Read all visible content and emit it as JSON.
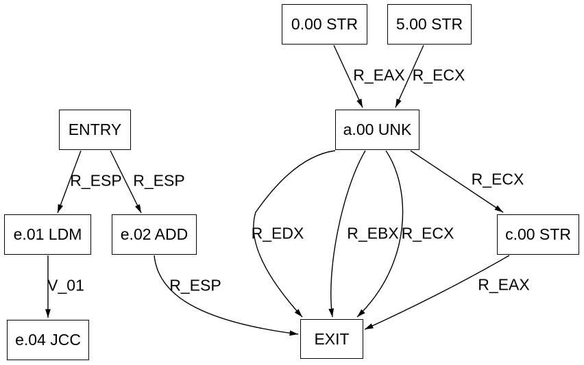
{
  "diagram": {
    "type": "directed-graph",
    "colors": {
      "background": "#ffffff",
      "node_border": "#000000",
      "edge_stroke": "#000000",
      "text": "#000000"
    },
    "nodes": [
      {
        "id": "0.00",
        "label": "0.00 STR"
      },
      {
        "id": "5.00",
        "label": "5.00 STR"
      },
      {
        "id": "ENTRY",
        "label": "ENTRY"
      },
      {
        "id": "a.00",
        "label": "a.00 UNK"
      },
      {
        "id": "e.01",
        "label": "e.01 LDM"
      },
      {
        "id": "e.02",
        "label": "e.02 ADD"
      },
      {
        "id": "c.00",
        "label": "c.00 STR"
      },
      {
        "id": "e.04",
        "label": "e.04 JCC"
      },
      {
        "id": "EXIT",
        "label": "EXIT"
      }
    ],
    "edges": [
      {
        "from": "0.00 STR",
        "to": "a.00 UNK",
        "label": "R_EAX"
      },
      {
        "from": "5.00 STR",
        "to": "a.00 UNK",
        "label": "R_ECX"
      },
      {
        "from": "ENTRY",
        "to": "e.01 LDM",
        "label": "R_ESP"
      },
      {
        "from": "ENTRY",
        "to": "e.02 ADD",
        "label": "R_ESP"
      },
      {
        "from": "e.01 LDM",
        "to": "e.04 JCC",
        "label": "V_01"
      },
      {
        "from": "e.02 ADD",
        "to": "EXIT",
        "label": "R_ESP"
      },
      {
        "from": "a.00 UNK",
        "to": "EXIT",
        "label": "R_EDX"
      },
      {
        "from": "a.00 UNK",
        "to": "EXIT",
        "label": "R_EBX"
      },
      {
        "from": "a.00 UNK",
        "to": "EXIT",
        "label": "R_ECX"
      },
      {
        "from": "a.00 UNK",
        "to": "c.00 STR",
        "label": "R_ECX"
      },
      {
        "from": "c.00 STR",
        "to": "EXIT",
        "label": "R_EAX"
      }
    ]
  }
}
